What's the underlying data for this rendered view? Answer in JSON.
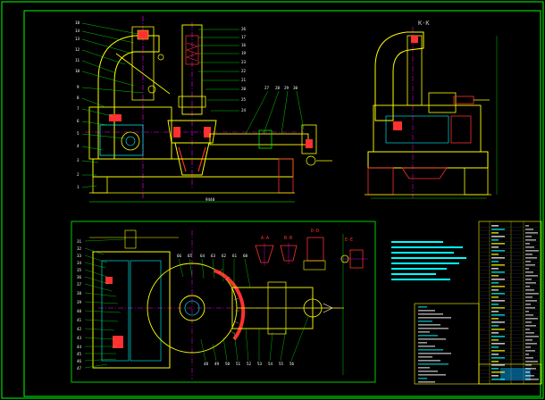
{
  "front_view": {
    "left_callouts": [
      "18",
      "14",
      "13",
      "12",
      "11",
      "10",
      "9",
      "8",
      "7",
      "6",
      "5",
      "4",
      "3",
      "2",
      "1"
    ],
    "top_callouts": [
      "26",
      "17",
      "16",
      "19",
      "23",
      "22",
      "21",
      "20",
      "25",
      "24"
    ],
    "right_callouts": [
      "27",
      "28",
      "29",
      "30"
    ]
  },
  "side_view": {
    "title": "K-K"
  },
  "plan_view": {
    "left_callouts": [
      "31",
      "32",
      "33",
      "34",
      "35",
      "36",
      "37",
      "38",
      "39",
      "40",
      "41",
      "42",
      "43",
      "44",
      "45",
      "46",
      "47"
    ],
    "top_callouts": [
      "66",
      "65",
      "64",
      "63",
      "62",
      "61",
      "60"
    ],
    "bottom_callouts": [
      "48",
      "49",
      "50",
      "51",
      "52",
      "53",
      "54",
      "55",
      "56"
    ]
  },
  "sections": [
    {
      "label": "A-A"
    },
    {
      "label": "B-B"
    },
    {
      "label": "D-D"
    },
    {
      "label": "E-E"
    }
  ]
}
